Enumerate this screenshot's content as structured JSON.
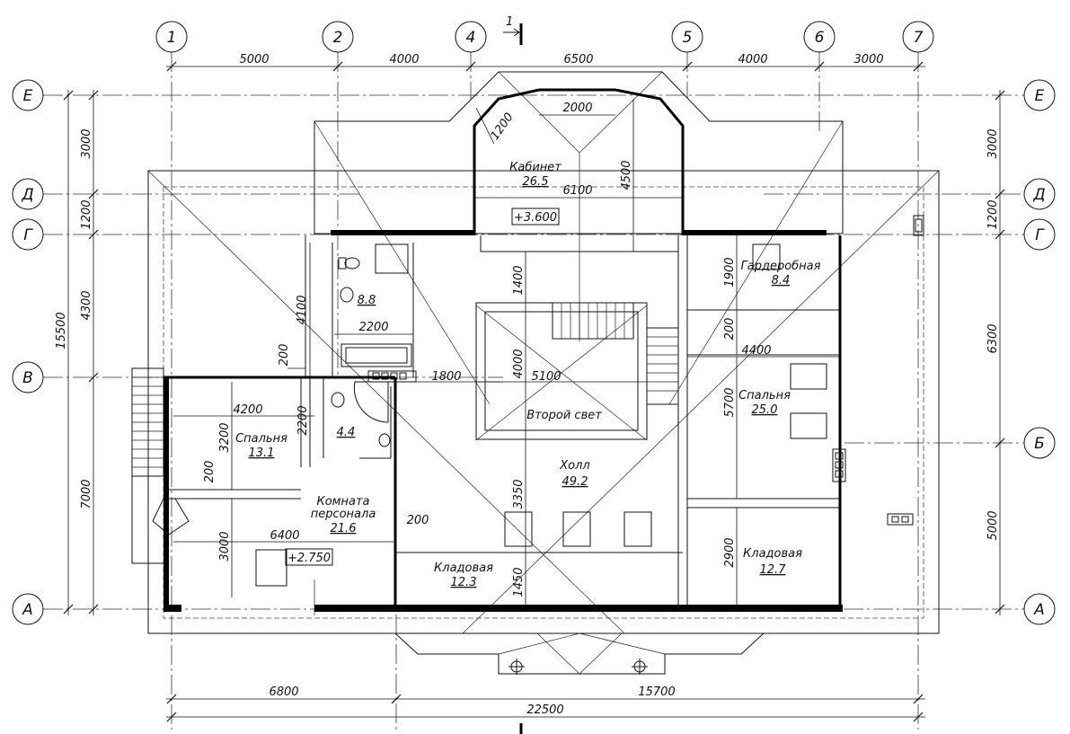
{
  "section_mark": "1",
  "axes_top": [
    {
      "id": "ax-1",
      "label": "1"
    },
    {
      "id": "ax-2",
      "label": "2"
    },
    {
      "id": "ax-4",
      "label": "4"
    },
    {
      "id": "ax-5",
      "label": "5"
    },
    {
      "id": "ax-6",
      "label": "6"
    },
    {
      "id": "ax-7",
      "label": "7"
    }
  ],
  "axes_side": {
    "E": "Е",
    "D": "Д",
    "G": "Г",
    "V": "В",
    "B": "Б",
    "A": "А"
  },
  "dims_top": [
    "5000",
    "4000",
    "6500",
    "4000",
    "3000"
  ],
  "dims_bottom": {
    "left": "6800",
    "right": "15700",
    "total": "22500"
  },
  "dims_left": {
    "total": "15500",
    "seg1": "3000",
    "seg2": "1200",
    "seg3": "4300",
    "seg4": "7000"
  },
  "dims_right": {
    "seg1": "3000",
    "seg2": "1200",
    "seg3": "6300",
    "seg4": "5000"
  },
  "dims_inner": {
    "bay_1200": "1200",
    "bay_2000": "2000",
    "cab_6100": "6100",
    "cab_4500": "4500",
    "d1400": "1400",
    "d4100": "4100",
    "d2200h": "2200",
    "d200a": "200",
    "d1800": "1800",
    "d4000": "4000",
    "d5100": "5100",
    "d4200": "4200",
    "d2200v": "2200",
    "d3200": "3200",
    "d200b": "200",
    "d6400": "6400",
    "d200c": "200",
    "d3000": "3000",
    "d3350": "3350",
    "d1450": "1450",
    "d1900": "1900",
    "d200d": "200",
    "d4400": "4400",
    "d5700": "5700",
    "d2900": "2900"
  },
  "rooms": {
    "study": {
      "name": "Кабинет",
      "area": "26.5"
    },
    "bath": {
      "area": "8.8"
    },
    "wc": {
      "area": "4.4"
    },
    "wardrobe": {
      "name": "Гардеробная",
      "area": "8.4"
    },
    "bedroom_right": {
      "name": "Спальня",
      "area": "25.0"
    },
    "bedroom_left": {
      "name": "Спальня",
      "area": "13.1"
    },
    "staff": {
      "name": "Комната персонала",
      "line1": "Комната",
      "line2": "персонала",
      "area": "21.6"
    },
    "second_light": {
      "name": "Второй свет"
    },
    "hall": {
      "name": "Холл",
      "area": "49.2"
    },
    "storage_left": {
      "name": "Кладовая",
      "area": "12.3"
    },
    "storage_right": {
      "name": "Кладовая",
      "area": "12.7"
    }
  },
  "levels": {
    "study": "+3.600",
    "staff": "+2.750"
  }
}
